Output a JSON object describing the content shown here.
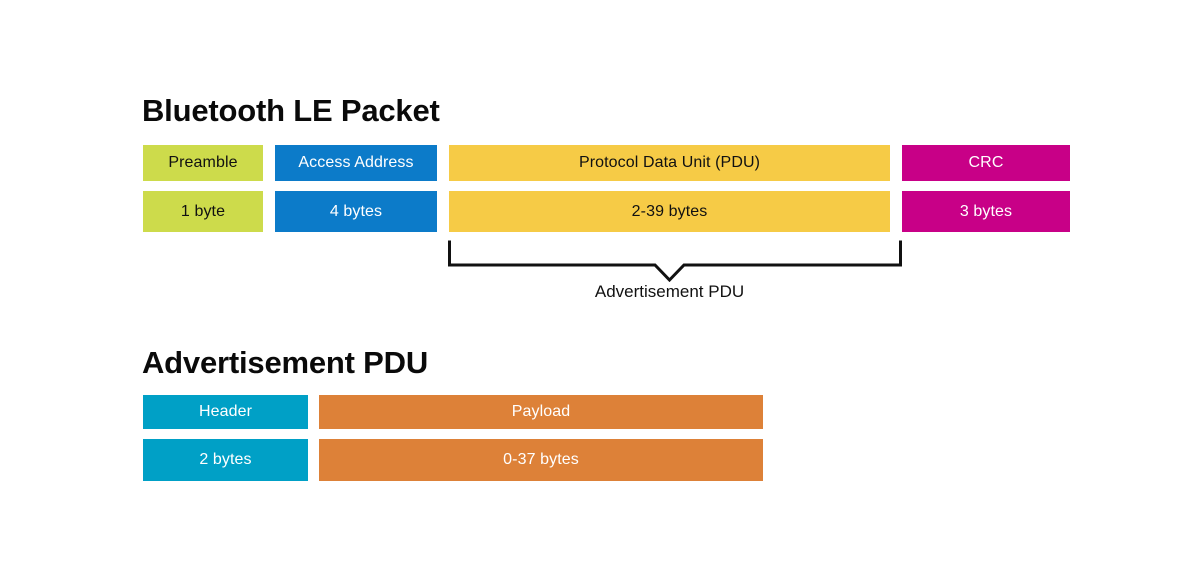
{
  "figure": {
    "background": "#ffffff"
  },
  "packet_section": {
    "title": "Bluetooth LE Packet",
    "fields": [
      {
        "name": "Preamble",
        "size": "1 byte",
        "color": "#cddb4b",
        "text_color": "#111111"
      },
      {
        "name": "Access Address",
        "size": "4 bytes",
        "color": "#0c7bc9",
        "text_color": "#ffffff"
      },
      {
        "name": "Protocol Data Unit (PDU)",
        "size": "2-39 bytes",
        "color": "#f6cb46",
        "text_color": "#111111"
      },
      {
        "name": "CRC",
        "size": "3 bytes",
        "color": "#c80087",
        "text_color": "#ffffff"
      }
    ],
    "bracket": {
      "caption": "Advertisement PDU",
      "spans_field": "Protocol Data Unit (PDU)",
      "stroke": "#111111"
    }
  },
  "adv_section": {
    "title": "Advertisement PDU",
    "fields": [
      {
        "name": "Header",
        "size": "2 bytes",
        "color": "#00a0c6",
        "text_color": "#ffffff"
      },
      {
        "name": "Payload",
        "size": "0-37 bytes",
        "color": "#dd8138",
        "text_color": "#ffffff"
      }
    ]
  }
}
